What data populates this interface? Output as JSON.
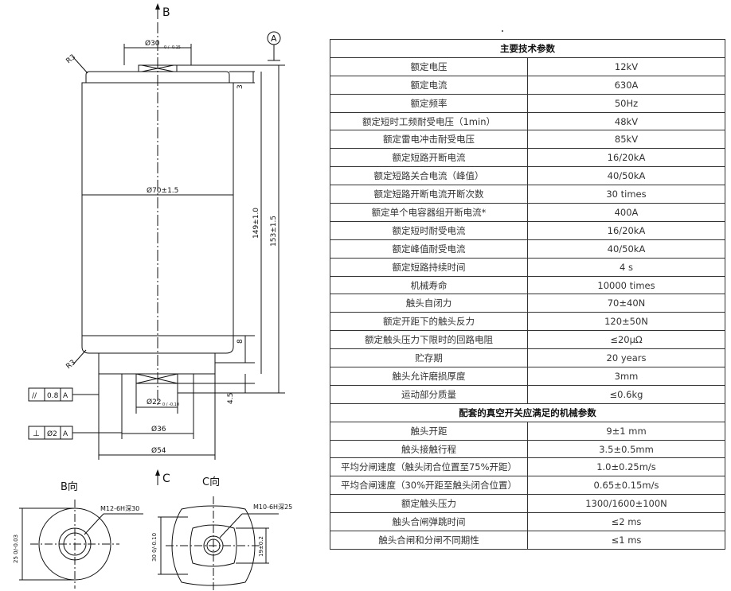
{
  "drawing": {
    "view_b_arrow": "B",
    "view_c_arrow": "C",
    "datum_label": "A",
    "dim_top_diameter": "Ø30",
    "dim_top_diameter_tol": "0 / -0.15",
    "dim_main_diameter": "Ø70±1.5",
    "dim_bottom_inner": "Ø22",
    "dim_bottom_inner_tol": "0 / -0.10",
    "dim_36": "Ø36",
    "dim_54": "Ø54",
    "dim_3": "3",
    "dim_8": "8",
    "dim_4_5": "4.5",
    "dim_149": "149±1.0",
    "dim_153": "153±1.5",
    "r3_top": "R3",
    "r3_bottom": "R3",
    "tolerance_parallel": {
      "symbol": "//",
      "value": "0.8",
      "datum": "A"
    },
    "tolerance_perpendicular": {
      "symbol": "⊥",
      "value": "Ø2",
      "datum": "A"
    },
    "view_b_title": "B向",
    "view_b_thread": "M12-6H深30",
    "view_b_dim": "25 0/-0.03",
    "view_c_title": "C向",
    "view_c_thread": "M10-6H深25",
    "view_c_dim1": "30 0/-0.10",
    "view_c_dim2": "19±0.2"
  },
  "specs": {
    "section1_title": "主要技术参数",
    "section2_title": "配套的真空开关应满足的机械参数",
    "rows1": [
      {
        "param": "额定电压",
        "value": "12kV"
      },
      {
        "param": "额定电流",
        "value": "630A"
      },
      {
        "param": "额定频率",
        "value": "50Hz"
      },
      {
        "param": "额定短时工频耐受电压（1min）",
        "value": "48kV"
      },
      {
        "param": "额定雷电冲击耐受电压",
        "value": "85kV"
      },
      {
        "param": "额定短路开断电流",
        "value": "16/20kA"
      },
      {
        "param": "额定短路关合电流（峰值）",
        "value": "40/50kA"
      },
      {
        "param": "额定短路开断电流开断次数",
        "value": "30 times"
      },
      {
        "param": "额定单个电容器组开断电流*",
        "value": "400A"
      },
      {
        "param": "额定短时耐受电流",
        "value": "16/20kA"
      },
      {
        "param": "额定峰值耐受电流",
        "value": "40/50kA"
      },
      {
        "param": "额定短路持续时间",
        "value": "4 s"
      },
      {
        "param": "机械寿命",
        "value": "10000 times"
      },
      {
        "param": "触头自闭力",
        "value": "70±40N"
      },
      {
        "param": "额定开距下的触头反力",
        "value": "120±50N"
      },
      {
        "param": "额定触头压力下限时的回路电阻",
        "value": "≤20μΩ"
      },
      {
        "param": "贮存期",
        "value": "20 years"
      },
      {
        "param": "触头允许磨损厚度",
        "value": "3mm"
      },
      {
        "param": "运动部分质量",
        "value": "≤0.6kg"
      }
    ],
    "rows2": [
      {
        "param": "触头开距",
        "value": "9±1 mm"
      },
      {
        "param": "触头接触行程",
        "value": "3.5±0.5mm"
      },
      {
        "param": "平均分闸速度（触头闭合位置至75%开距）",
        "value": "1.0±0.25m/s"
      },
      {
        "param": "平均合闸速度（30%开距至触头闭合位置）",
        "value": "0.65±0.15m/s"
      },
      {
        "param": "额定触头压力",
        "value": "1300/1600±100N"
      },
      {
        "param": "触头合闸弹跳时间",
        "value": "≤2 ms"
      },
      {
        "param": "触头合闸和分闸不同期性",
        "value": "≤1 ms"
      }
    ]
  }
}
